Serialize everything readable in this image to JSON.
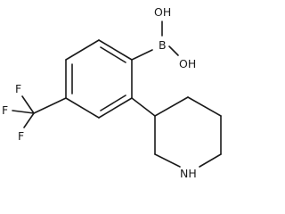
{
  "molecule": {
    "atoms": {
      "boron": "B",
      "hydroxyl_top": "OH",
      "hydroxyl_right": "OH",
      "fluorine_top": "F",
      "fluorine_left": "F",
      "fluorine_bottom": "F",
      "nitrogen": "NH"
    }
  }
}
